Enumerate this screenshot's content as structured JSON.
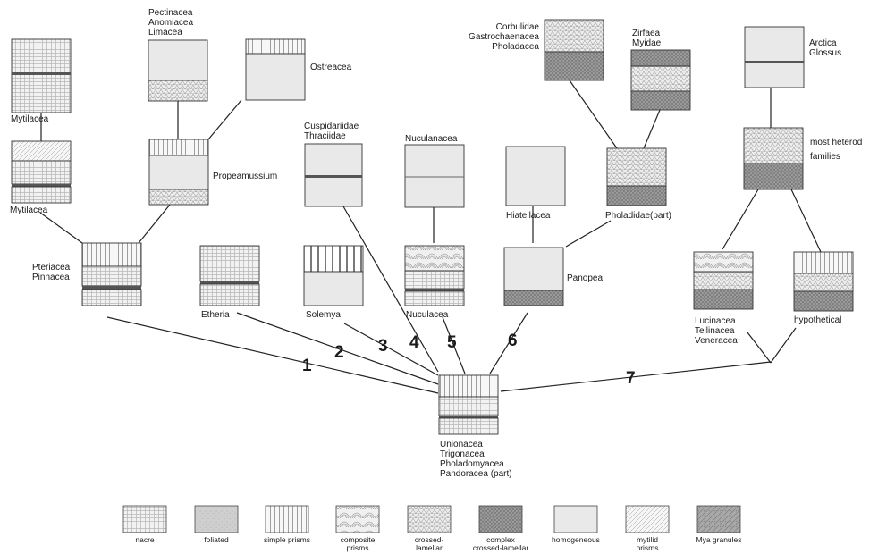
{
  "labels": {
    "mytilacea_top": "Mytilacea",
    "pectinacea": "Pectinacea\nAnomiacea\nLimacea",
    "ostreacea": "Ostreacea",
    "mytilacea_mid": "Mytilacea",
    "propeamussium": "Propeamussium",
    "pteriacea": "Pteriacea\nPinnacea",
    "etheria": "Etheria",
    "cuspidariidae": "Cuspidariidae\nThraciidae",
    "solemya": "Solemya",
    "nuculanacea": "Nuculanacea",
    "nuculacea": "Nuculacea",
    "corbulidae": "Corbulidae\nGastrochaenacea\nPholadacea",
    "zirfaea": "Zirfaea\nMyidae",
    "hiatellacea": "Hiatellacea",
    "pholadidae": "Pholadidae(part)",
    "panopea": "Panopea",
    "arctica": "Arctica\nGlossus",
    "most_hetero": "most heterod\nfamilies",
    "lucinacea": "Lucinacea\nTellinacea\nVeneracea",
    "hypothetical": "hypothetical",
    "unionacea": "Unionacea\nTrigonacea\nPholadomyacea\nPandoracea (part)"
  },
  "branch_numbers": [
    "1",
    "2",
    "3",
    "4",
    "5",
    "6",
    "7"
  ],
  "legend": [
    {
      "name": "nacre",
      "label": "nacre",
      "pattern": "nacre"
    },
    {
      "name": "foliated",
      "label": "foliated",
      "pattern": "foliated"
    },
    {
      "name": "simple-prisms",
      "label": "simple prisms",
      "pattern": "prisms"
    },
    {
      "name": "composite-prisms",
      "label": "composite\nprisms",
      "pattern": "composite"
    },
    {
      "name": "crossed-lamellar",
      "label": "crossed-\nlamellar",
      "pattern": "crossed"
    },
    {
      "name": "complex-crossed-lamellar",
      "label": "complex\ncrossed-lamellar",
      "pattern": "complex"
    },
    {
      "name": "homogeneous",
      "label": "homogeneous",
      "pattern": "homog"
    },
    {
      "name": "mytilid-prisms",
      "label": "mytilid\nprisms",
      "pattern": "mytilid"
    },
    {
      "name": "mya-granules",
      "label": "Mya granules",
      "pattern": "mya"
    }
  ]
}
